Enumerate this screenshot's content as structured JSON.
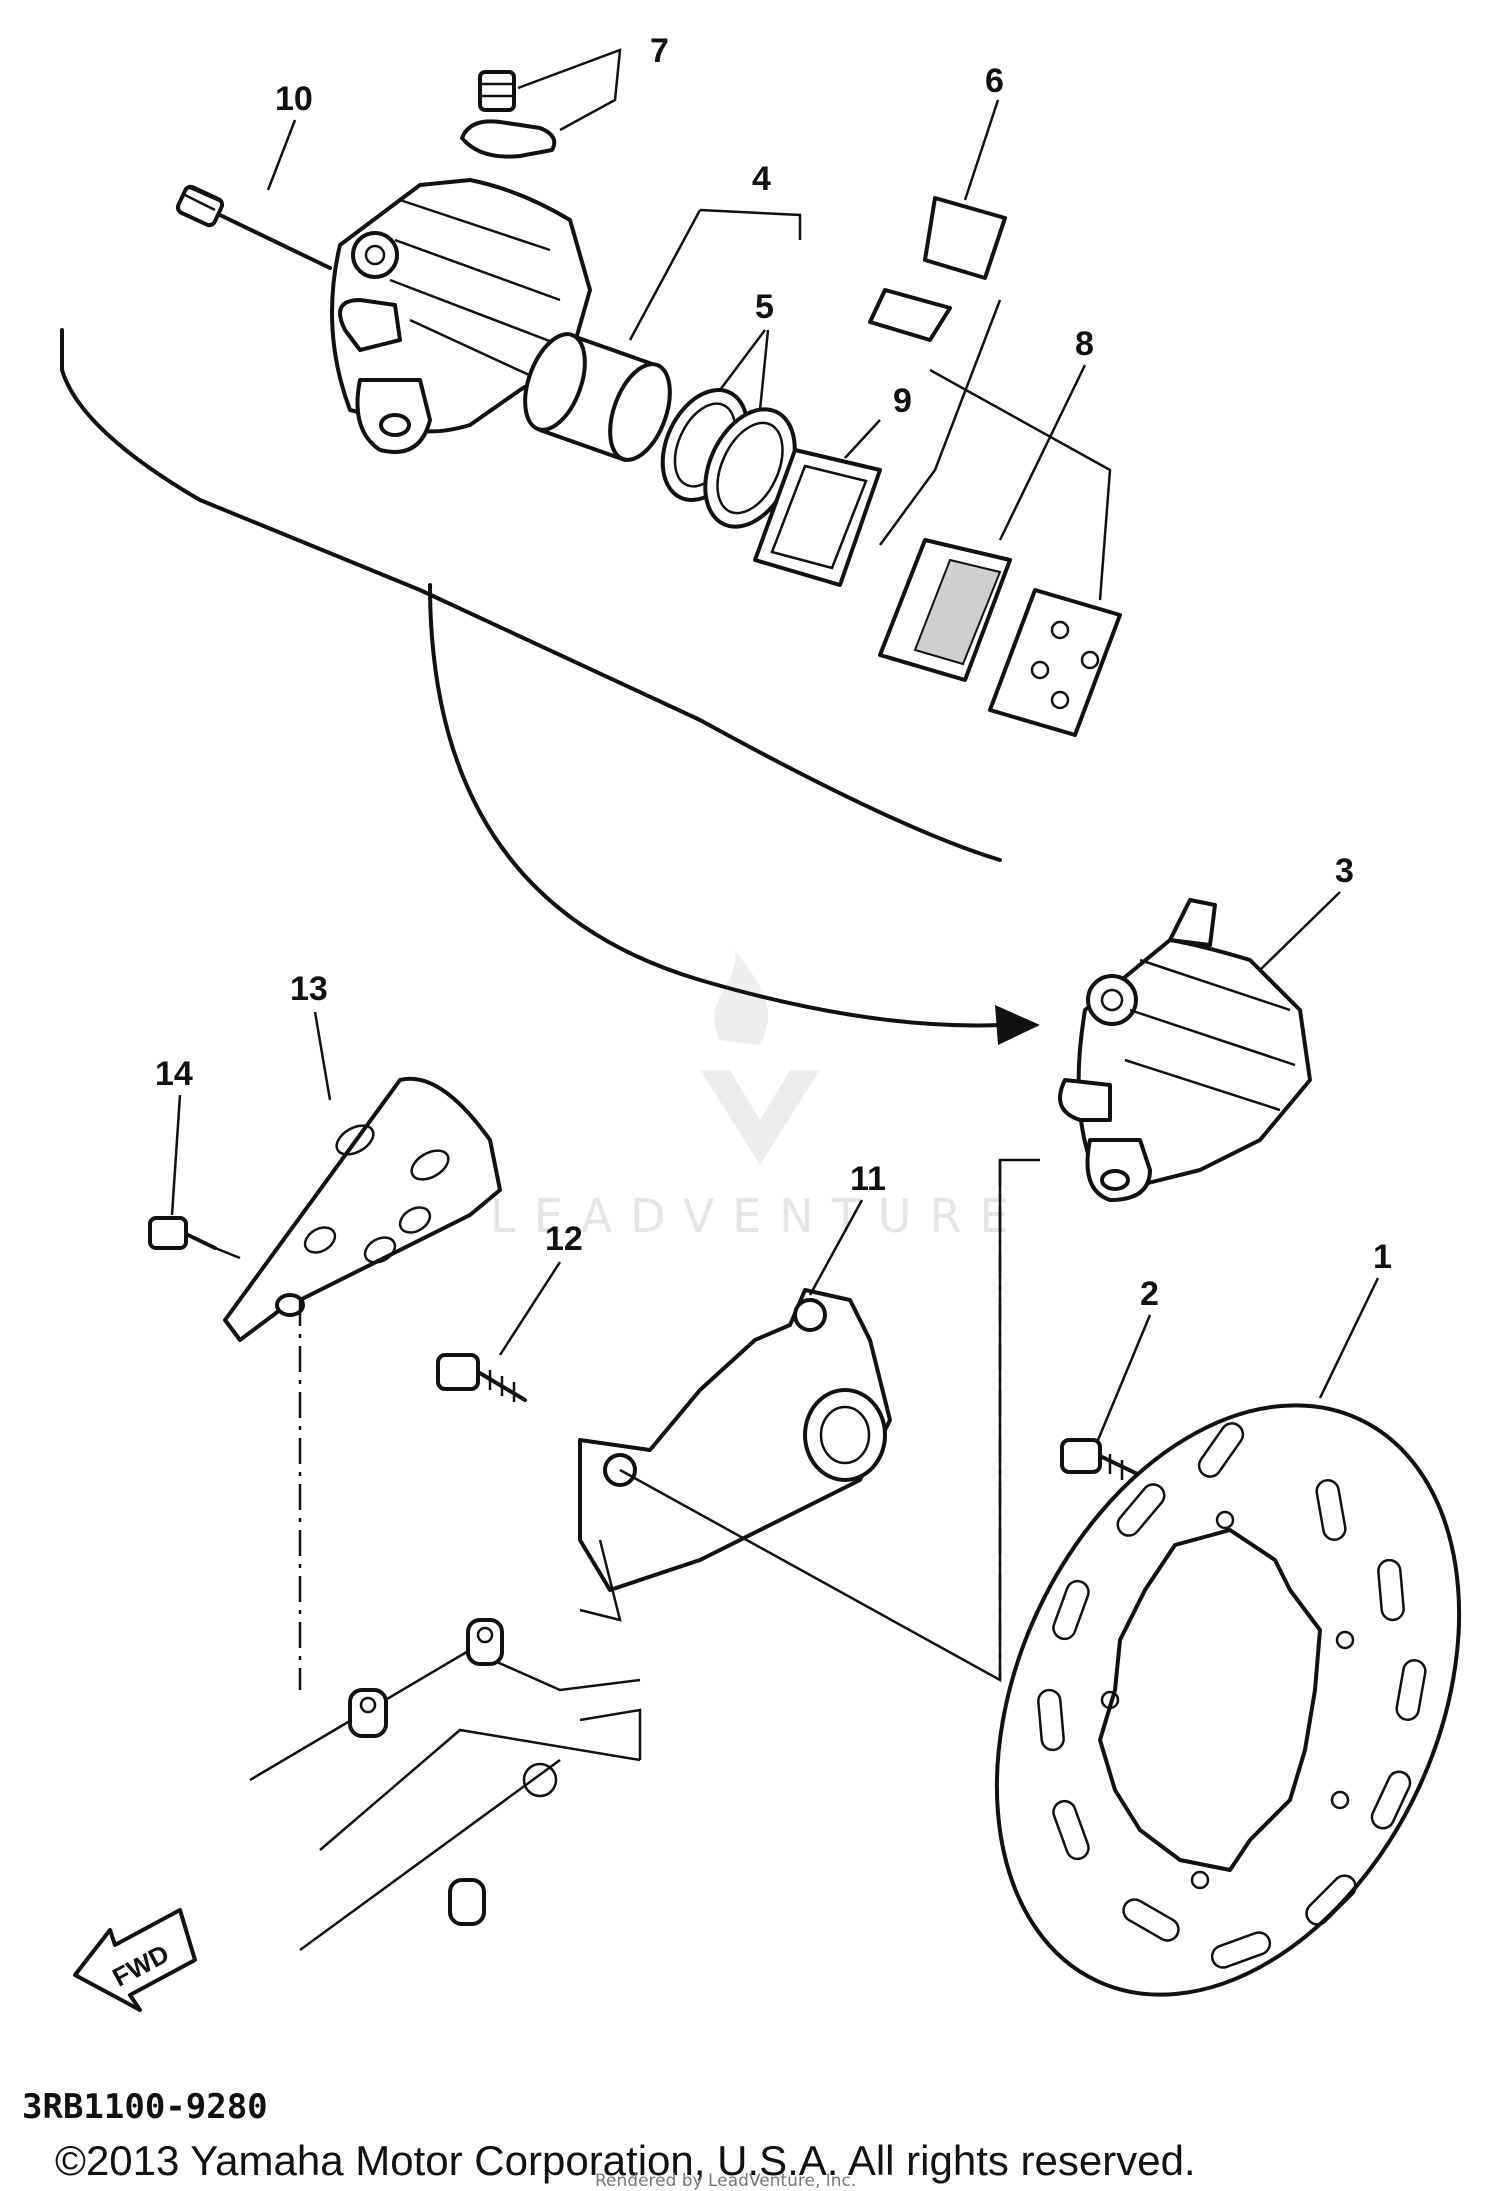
{
  "callouts": {
    "c1": "1",
    "c2": "2",
    "c3": "3",
    "c4": "4",
    "c5": "5",
    "c6": "6",
    "c7": "7",
    "c8": "8",
    "c9": "9",
    "c10": "10",
    "c11": "11",
    "c12": "12",
    "c13": "13",
    "c14": "14"
  },
  "fwd_label": "FWD",
  "diagram_code": "3RB1100-9280",
  "watermark": "LEADVENTURE",
  "copyright": "©2013 Yamaha Motor Corporation, U.S.A. All rights reserved.",
  "credit": "Rendered by LeadVenture, Inc."
}
